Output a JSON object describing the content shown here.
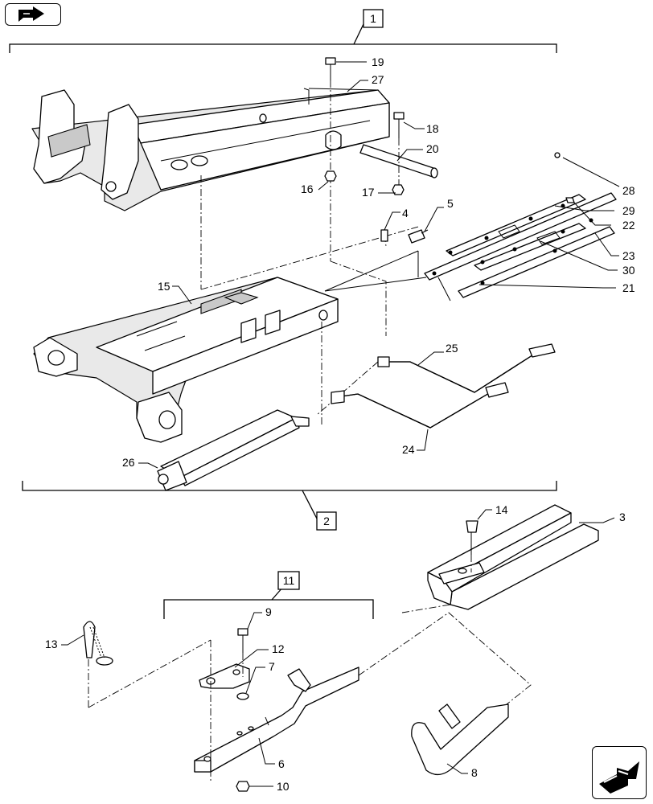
{
  "navigation": {
    "back_icon": "return-arrow-icon",
    "forward_icon": "next-page-arrow-icon"
  },
  "assemblies": {
    "top_group": "1",
    "cylinder_group": "2",
    "hook_group": "11"
  },
  "callouts": {
    "c19": "19",
    "c27": "27",
    "c18": "18",
    "c20": "20",
    "c16": "16",
    "c17": "17",
    "c28": "28",
    "c29": "29",
    "c22": "22",
    "c4": "4",
    "c5": "5",
    "c23": "23",
    "c30": "30",
    "c21": "21",
    "c15": "15",
    "c25": "25",
    "c24": "24",
    "c26": "26",
    "c14": "14",
    "c3": "3",
    "c9": "9",
    "c12": "12",
    "c7": "7",
    "c13": "13",
    "c6": "6",
    "c10": "10",
    "c8": "8"
  }
}
